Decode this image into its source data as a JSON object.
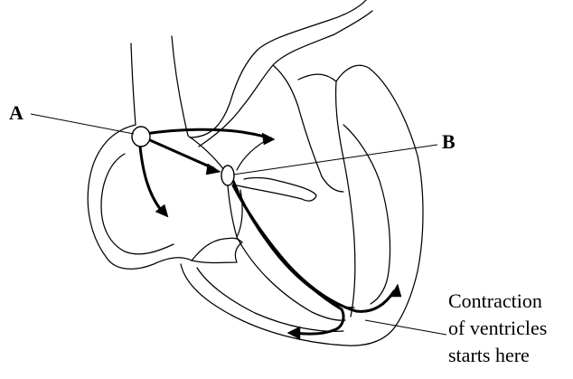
{
  "diagram": {
    "label_a": "A",
    "label_b": "B",
    "caption_lines": [
      "Contraction",
      "of ventricles",
      "starts here"
    ]
  }
}
